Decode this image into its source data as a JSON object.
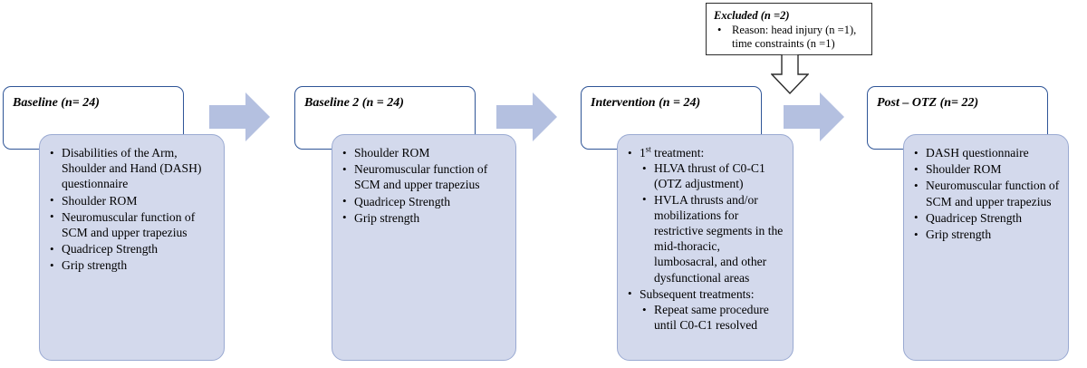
{
  "diagram": {
    "title": "Study flow diagram",
    "colors": {
      "arrow_fill": "#b4c0e0",
      "stage_body_fill": "#d3d9ec",
      "stage_body_border": "#9aaad2",
      "stage_head_border": "#2f5597",
      "excluded_border": "#2b2b2b",
      "text": "#000000"
    }
  },
  "excluded": {
    "title": "Excluded (n =2)",
    "bullet_glyph": "•",
    "items": [
      "Reason: head injury (n =1), time constraints (n =1)"
    ]
  },
  "arrows": {
    "down_arrow_name": "down-arrow-excluded",
    "flow_arrow_glyph": "→",
    "flow_arrows": [
      "arrow-baseline-to-baseline2",
      "arrow-baseline2-to-intervention",
      "arrow-intervention-to-post-otz"
    ]
  },
  "stages": [
    {
      "id": "baseline",
      "title": "Baseline (n= 24)",
      "bullet_glyph": "•",
      "items": [
        {
          "text": "Disabilities of the Arm, Shoulder and Hand (DASH) questionnaire"
        },
        {
          "text": "Shoulder ROM"
        },
        {
          "text": "Neuromuscular function of SCM and upper trapezius"
        },
        {
          "text": "Quadricep Strength"
        },
        {
          "text": "Grip strength"
        }
      ]
    },
    {
      "id": "baseline-2",
      "title": "Baseline 2 (n = 24)",
      "bullet_glyph": "•",
      "items": [
        {
          "text": "Shoulder ROM"
        },
        {
          "text": "Neuromuscular function of SCM and upper trapezius"
        },
        {
          "text": "Quadricep Strength"
        },
        {
          "text": "Grip strength"
        }
      ]
    },
    {
      "id": "intervention",
      "title": "Intervention (n = 24)",
      "bullet_glyph": "•",
      "items": [
        {
          "text": "1st treatment:",
          "text_prefix": "1",
          "text_sup": "st",
          "text_suffix": " treatment:",
          "sub": [
            "HLVA thrust of C0-C1 (OTZ adjustment)",
            "HVLA thrusts and/or mobilizations for restrictive segments in the mid-thoracic, lumbosacral, and other dysfunctional areas"
          ]
        },
        {
          "text": "Subsequent treatments:",
          "sub": [
            "Repeat same procedure until C0-C1 resolved"
          ]
        }
      ]
    },
    {
      "id": "post-otz",
      "title": "Post – OTZ (n= 22)",
      "bullet_glyph": "•",
      "items": [
        {
          "text": "DASH questionnaire"
        },
        {
          "text": "Shoulder ROM"
        },
        {
          "text": "Neuromuscular function of SCM and upper trapezius"
        },
        {
          "text": "Quadricep Strength"
        },
        {
          "text": "Grip strength"
        }
      ]
    }
  ]
}
